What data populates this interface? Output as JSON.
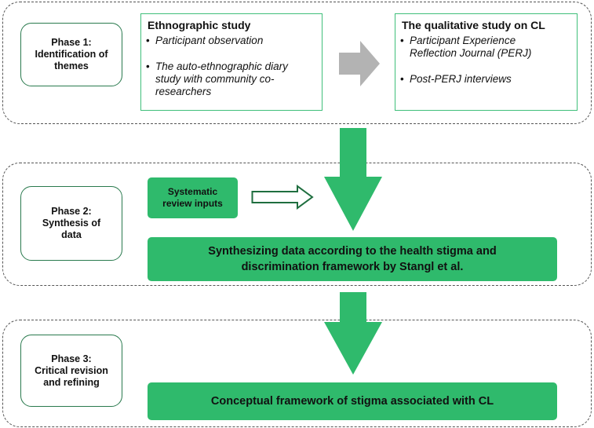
{
  "phases": [
    {
      "title_lines": [
        "Phase 1:",
        "Identification of",
        "themes"
      ]
    },
    {
      "title_lines": [
        "Phase 2:",
        "Synthesis of",
        "data"
      ]
    },
    {
      "title_lines": [
        "Phase 3:",
        "Critical revision",
        "and refining"
      ]
    }
  ],
  "studies": [
    {
      "title": "Ethnographic study",
      "bullets": [
        {
          "lines": [
            "Participant observation"
          ]
        },
        {
          "lines": [
            "The auto-ethnographic diary",
            "study with community co-",
            "researchers"
          ]
        }
      ]
    },
    {
      "title": "The qualitative study on CL",
      "bullets": [
        {
          "lines": [
            "Participant Experience",
            "Reflection Journal (PERJ)"
          ]
        },
        {
          "lines": [
            "Post-PERJ interviews"
          ]
        }
      ]
    }
  ],
  "bullet_char": "•",
  "systematic_review": {
    "lines": [
      "Systematic",
      "review inputs"
    ]
  },
  "synthesis": {
    "lines": [
      "Synthesizing data according to the health stigma and",
      "discrimination framework by Stangl et al."
    ]
  },
  "conceptual": {
    "lines": [
      "Conceptual framework of stigma associated with CL"
    ]
  },
  "colors": {
    "green": "#2fba6c",
    "gray_arrow": "#b3b3b3",
    "outline_green": "#2a7a4e",
    "dark_green": "#1f6e3f"
  },
  "arrows": {
    "between_studies": "right-arrow-gray",
    "systematic_to_synthesis": "right-arrow-outline",
    "phase_flow": "down-arrow-green"
  }
}
